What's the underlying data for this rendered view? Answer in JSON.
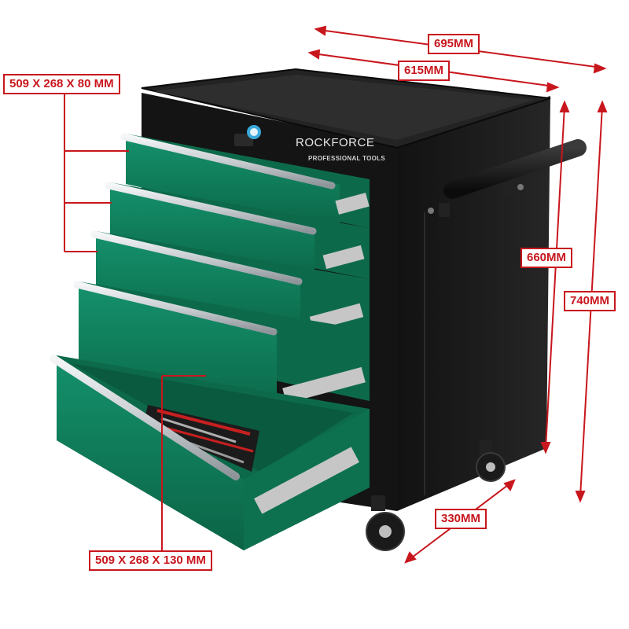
{
  "product": {
    "brand": "ROCKFORCE",
    "tagline": "PROFESSIONAL TOOLS"
  },
  "dimensions": {
    "total_width": "695MM",
    "body_width": "615MM",
    "body_height": "660MM",
    "total_height": "740MM",
    "depth": "330MM",
    "small_drawer": "509 X 268 X 80 MM",
    "large_drawer": "509 X 268 X 130 MM"
  },
  "colors": {
    "dimension_red": "#c8161d",
    "cabinet_black": "#1a1a1a",
    "drawer_green": "#0f7a55",
    "handle_silver": "#d9dde0"
  }
}
